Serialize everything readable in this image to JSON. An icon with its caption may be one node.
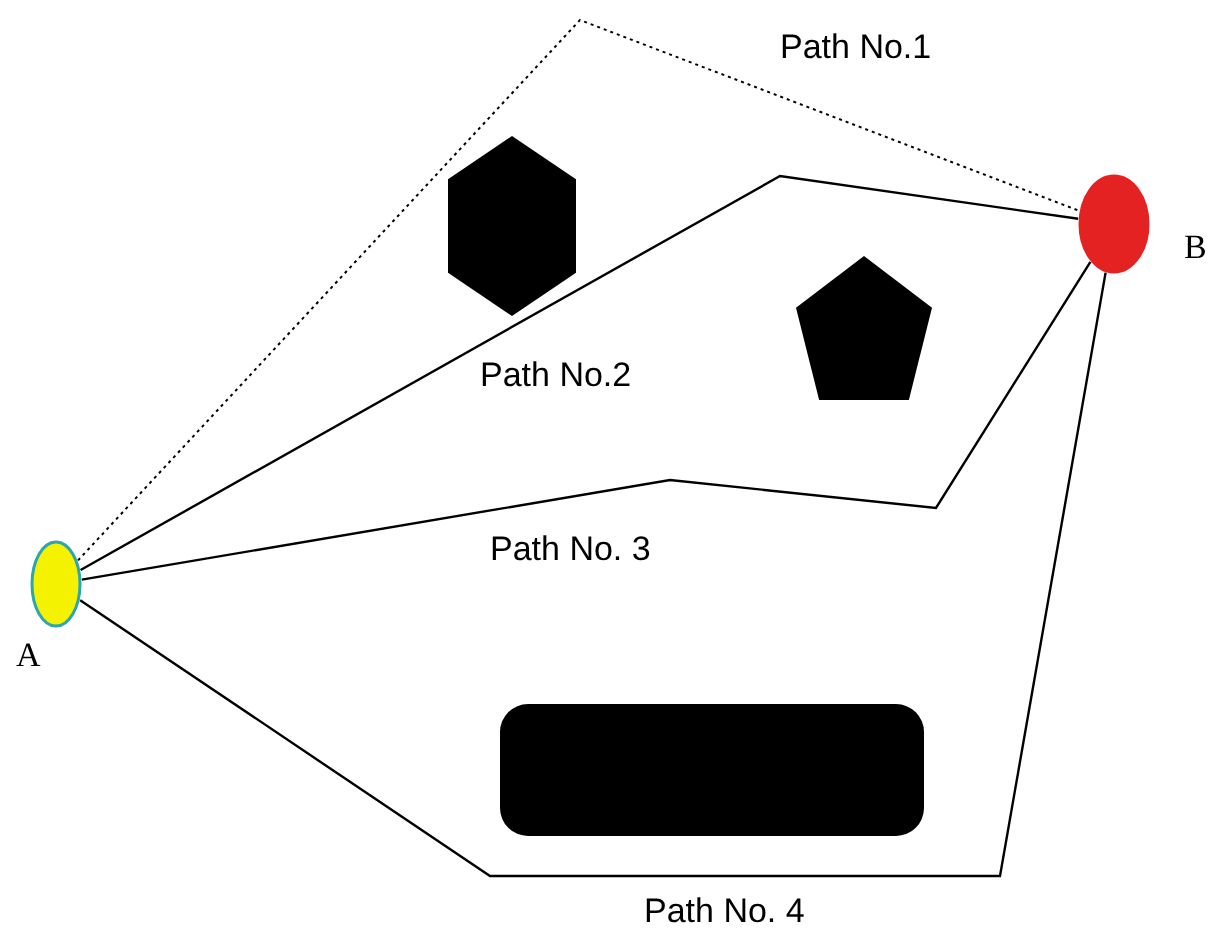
{
  "diagram": {
    "nodes": [
      {
        "text": [],
        "shape": "circle",
        "beside": [
          "A"
        ]
      },
      {
        "text": [],
        "shape": "circle",
        "beside": [
          "B"
        ]
      },
      {
        "text": [],
        "shape": "hexagon"
      },
      {
        "text": [],
        "shape": "pentagon"
      },
      {
        "text": [],
        "shape": "box"
      }
    ],
    "edges": [
      {
        "from": 0,
        "to": 1,
        "arrow": "none",
        "label": "Path No.1",
        "style": "dashed"
      },
      {
        "from": 0,
        "to": 1,
        "arrow": "none",
        "label": "Path No.2"
      },
      {
        "from": 0,
        "to": 1,
        "arrow": "none",
        "label": "Path No. 3"
      },
      {
        "from": 0,
        "to": 1,
        "arrow": "none",
        "label": "Path No. 4"
      }
    ]
  }
}
